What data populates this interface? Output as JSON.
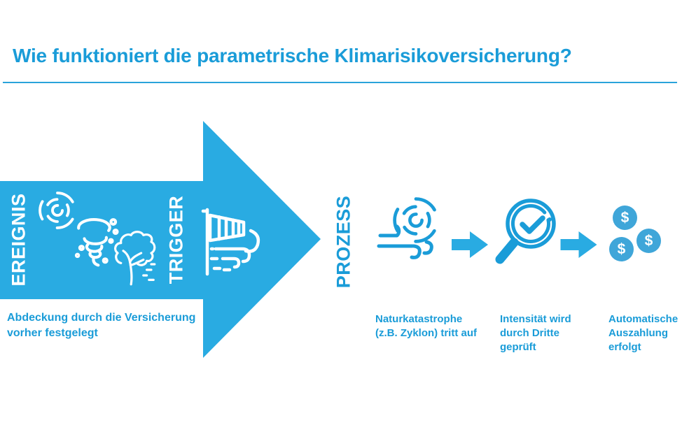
{
  "title": "Wie funktioniert die parametrische Klimarisikoversicherung?",
  "colors": {
    "arrow": "#29abe2",
    "accent": "#1a9cd8",
    "coin": "#3fa6d9",
    "divider": "#2aa3da"
  },
  "stages": {
    "ereignis": {
      "label": "EREIGNIS",
      "caption": "Abdeckung durch die Versicherung vorher festgelegt",
      "icons": [
        "cyclone-icon",
        "tornado-storm-icon",
        "tree-in-wind-icon"
      ]
    },
    "trigger": {
      "label": "TRIGGER",
      "icons": [
        "windsock-icon"
      ]
    },
    "prozess": {
      "label": "PROZESS"
    }
  },
  "steps": [
    {
      "icon": "cyclone-wind-icon",
      "caption": "Naturkatastrophe (z.B. Zyklon) tritt auf"
    },
    {
      "icon": "magnifier-check-icon",
      "caption": "Intensität wird durch Dritte geprüft"
    },
    {
      "icon": "coins-icon",
      "caption": "Automatische Auszahlung erfolgt"
    }
  ],
  "coins": {
    "symbol": "$"
  }
}
